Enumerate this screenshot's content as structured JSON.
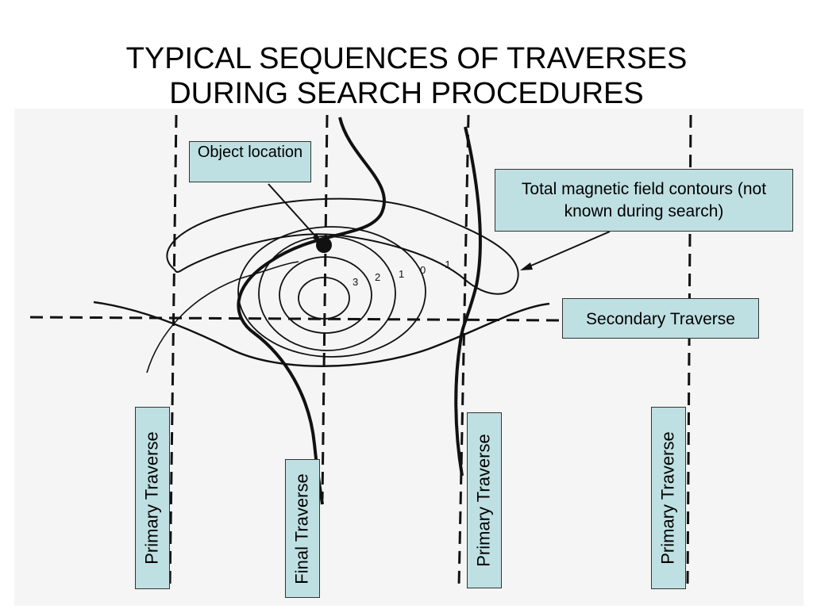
{
  "title": {
    "line1": "TYPICAL SEQUENCES OF TRAVERSES",
    "line2": "DURING SEARCH PROCEDURES"
  },
  "callouts": {
    "object_location": "Object location",
    "contours": "Total magnetic field contours (not known during search)",
    "secondary": "Secondary Traverse",
    "primary_1": "Primary Traverse",
    "final": "Final Traverse",
    "primary_2": "Primary Traverse",
    "primary_3": "Primary Traverse"
  },
  "contour_values": [
    "3",
    "2",
    "1",
    "0",
    "-1"
  ],
  "colors": {
    "callout_fill": "#bfe0e3",
    "diagram_background": "#f4f5f4",
    "ink": "#111111"
  }
}
